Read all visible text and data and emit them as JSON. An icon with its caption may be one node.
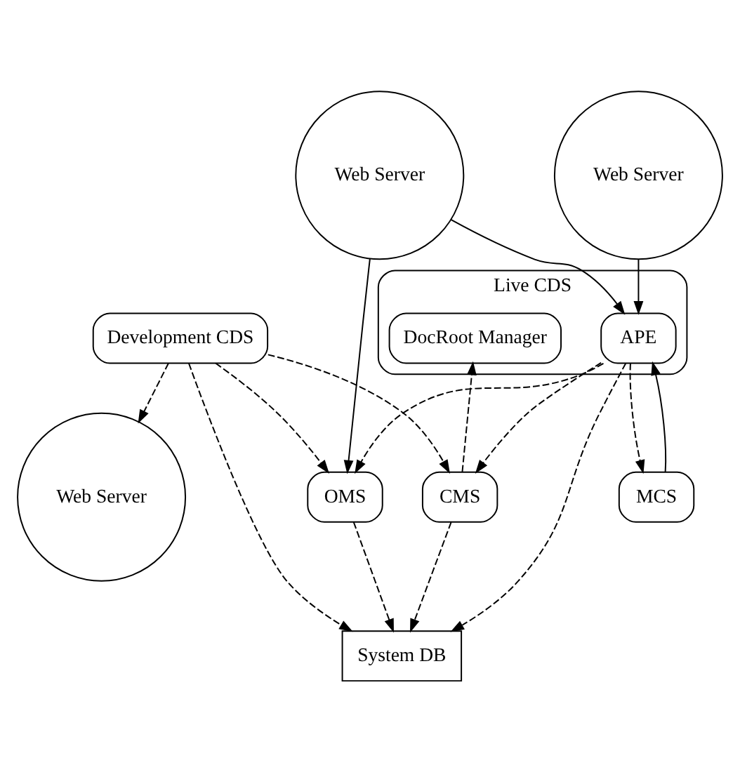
{
  "diagram": {
    "nodes": [
      {
        "text": [
          "CMS"
        ]
      },
      {
        "text": [
          "System DB"
        ]
      },
      {
        "text": [
          "Development CDS"
        ]
      },
      {
        "text": [
          "Web Server"
        ]
      },
      {
        "text": [
          "Web Server"
        ]
      },
      {
        "text": [
          "Live CDS"
        ]
      },
      {
        "text": [
          "APE"
        ],
        "in": 5
      },
      {
        "text": [
          "DocRoot Manager"
        ],
        "in": 5
      },
      {
        "text": [
          "Web Server"
        ]
      },
      {
        "text": [
          "OMS"
        ]
      },
      {
        "text": [
          "MCS"
        ]
      }
    ],
    "edges": [
      {
        "from": 2,
        "to": 0,
        "arrow": "to",
        "style": "dashed"
      },
      {
        "from": 0,
        "to": 1,
        "arrow": "to",
        "style": "dashed"
      },
      {
        "from": 2,
        "to": 1,
        "arrow": "to",
        "style": "dashed"
      },
      {
        "from": 0,
        "to": 7,
        "arrow": "to",
        "style": "dashed"
      },
      {
        "from": 6,
        "to": 0,
        "arrow": "to",
        "style": "dashed"
      },
      {
        "from": 6,
        "to": 1,
        "arrow": "to",
        "style": "dashed"
      },
      {
        "from": 9,
        "to": 1,
        "arrow": "to",
        "style": "dashed"
      },
      {
        "from": 2,
        "to": 4,
        "arrow": "to",
        "style": "dashed"
      },
      {
        "from": 2,
        "to": 9,
        "arrow": "to",
        "style": "dashed"
      },
      {
        "from": 3,
        "to": 9,
        "arrow": "to"
      },
      {
        "from": 3,
        "to": 6,
        "arrow": "to"
      },
      {
        "from": 6,
        "to": 9,
        "arrow": "to",
        "style": "dashed"
      },
      {
        "from": 10,
        "to": 6,
        "arrow": "to"
      },
      {
        "from": 6,
        "to": 10,
        "arrow": "to",
        "style": "dashed"
      },
      {
        "from": 8,
        "to": 6,
        "arrow": "to"
      }
    ]
  }
}
